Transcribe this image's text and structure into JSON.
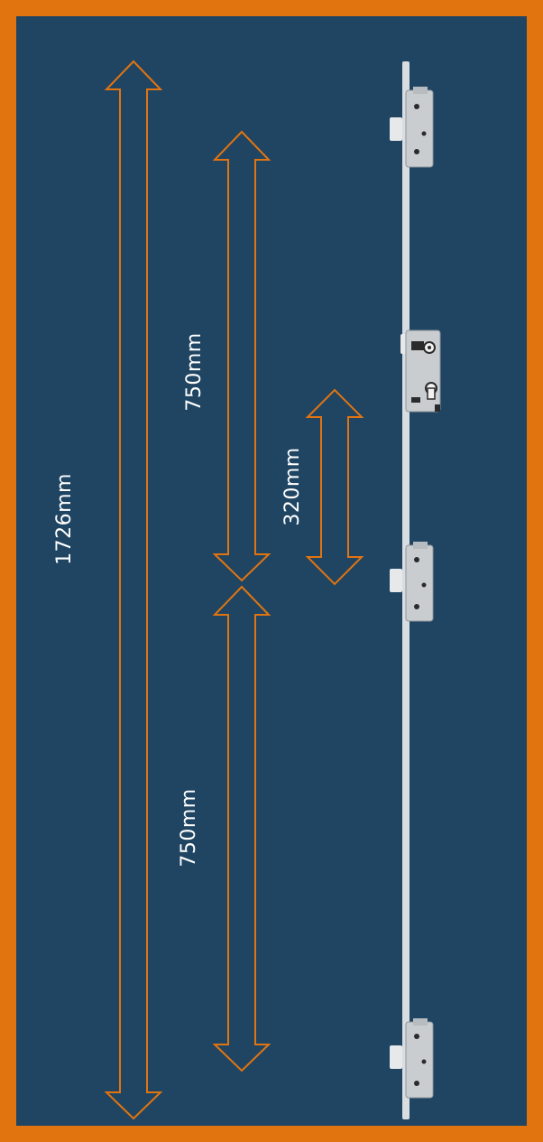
{
  "colors": {
    "frame": "#e27410",
    "background": "#1f4563",
    "arrow_stroke": "#e27410",
    "label": "#ffffff",
    "bar": "#d8dde2",
    "hardware": "#c9cdd0"
  },
  "dimensions": {
    "overall": "1726mm",
    "upper_segment": "750mm",
    "lower_segment": "750mm",
    "center_segment": "320mm"
  }
}
